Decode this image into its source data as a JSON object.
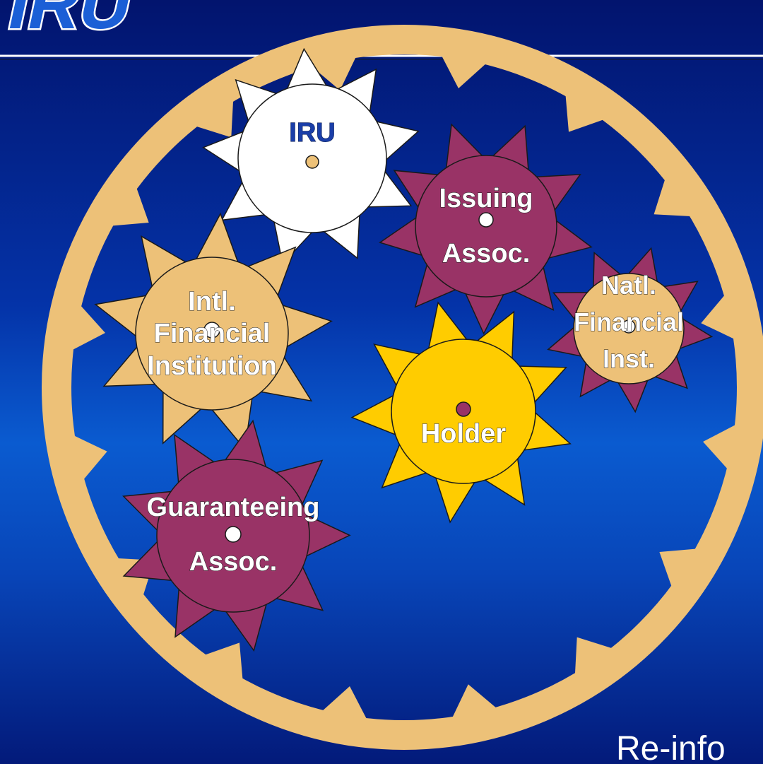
{
  "logo": {
    "text": "IRU",
    "color": "#1b5fd6",
    "outline": "#ffffff"
  },
  "footer": {
    "text": "Re-info"
  },
  "colors": {
    "ring": "#edc178",
    "white_gear": "#ffffff",
    "maroon_gear": "#993366",
    "tan_gear": "#edc178",
    "gold_gear": "#ffcc00",
    "header_line": "#ffffff"
  },
  "gears": [
    {
      "id": "iru",
      "lines": [
        "IRU"
      ],
      "fill": "white_gear",
      "dot": "tan_gear"
    },
    {
      "id": "issuing",
      "lines": [
        "Issuing",
        "Assoc."
      ],
      "fill": "maroon_gear",
      "dot": "white_gear"
    },
    {
      "id": "intl",
      "lines": [
        "Intl.",
        "Financial",
        "Institution"
      ],
      "fill": "tan_gear",
      "dot": "white_gear"
    },
    {
      "id": "natl",
      "lines": [
        "Natl.",
        "Financial",
        "Inst."
      ],
      "fill": "tan_gear",
      "teeth": "maroon_gear",
      "dot": "white_gear"
    },
    {
      "id": "holder",
      "lines": [
        "Holder"
      ],
      "fill": "gold_gear",
      "dot": "maroon_gear"
    },
    {
      "id": "guaranteeing",
      "lines": [
        "Guaranteeing",
        "Assoc."
      ],
      "fill": "maroon_gear",
      "dot": "white_gear"
    }
  ]
}
